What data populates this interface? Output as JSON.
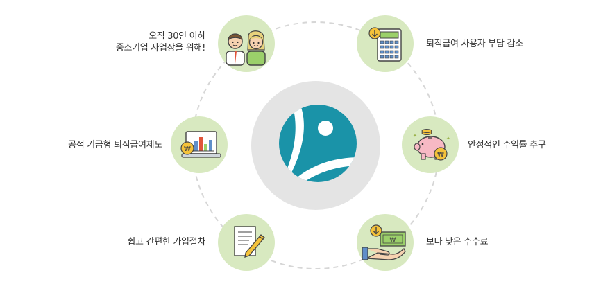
{
  "colors": {
    "node_bg": "#d8e9c0",
    "ring_dash": "#d6d6d6",
    "center_bg": "#e4e4e4",
    "logo_teal": "#1a93a8"
  },
  "features": [
    {
      "lines": [
        "오직 30인 이하",
        "중소기업 사업장을 위해!"
      ],
      "icon": "business-people-icon"
    },
    {
      "lines": [
        "퇴직급여 사용자 부담 감소"
      ],
      "icon": "calculator-icon"
    },
    {
      "lines": [
        "공적 기금형 퇴직급여제도"
      ],
      "icon": "monitor-chart-icon"
    },
    {
      "lines": [
        "안정적인 수익률 추구"
      ],
      "icon": "piggy-bank-icon"
    },
    {
      "lines": [
        "쉽고 간편한 가입절차"
      ],
      "icon": "document-pen-icon"
    },
    {
      "lines": [
        "보다 낮은 수수료"
      ],
      "icon": "cash-hand-icon"
    }
  ]
}
